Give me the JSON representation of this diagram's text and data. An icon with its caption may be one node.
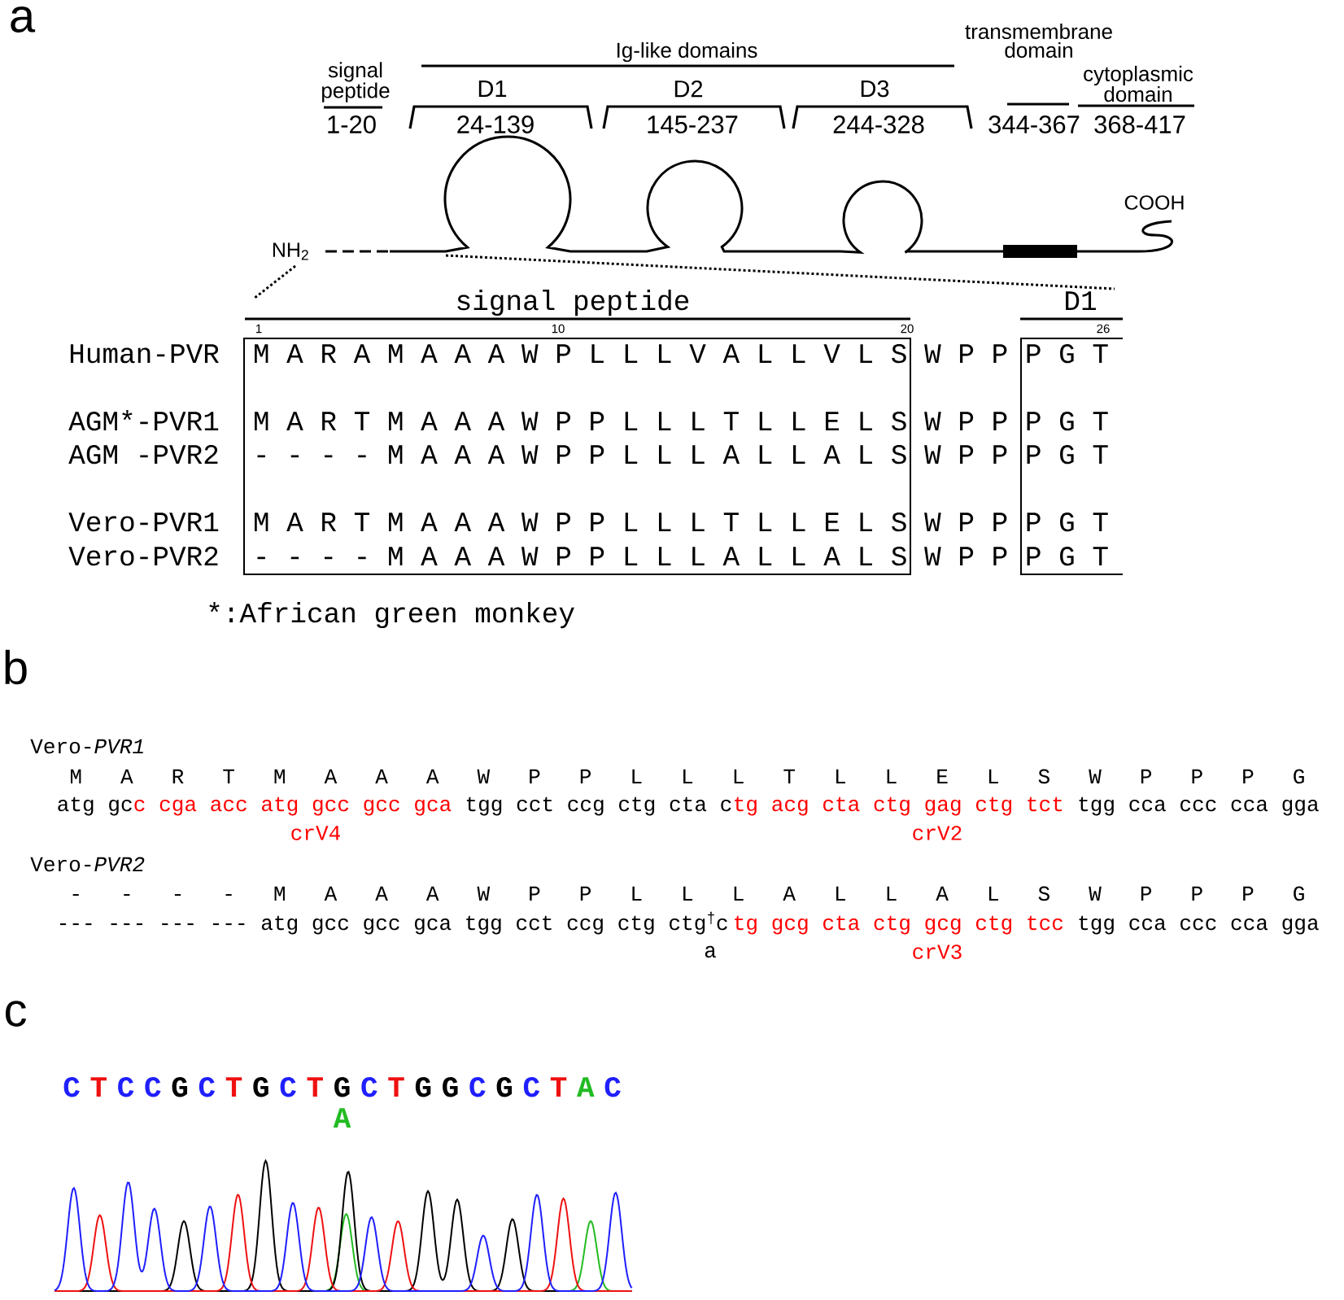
{
  "diagram": {
    "labels": [
      "a",
      "signal peptide",
      "1-20",
      "Ig-like domains",
      "D1",
      "24-139",
      "D2",
      "145-237",
      "D3",
      "244-328",
      "transmembrane domain",
      "344-367",
      "cytoplasmic domain",
      "368-417",
      "NH$_{2}$",
      "COOH",
      "signal peptide",
      "D1",
      "1",
      "10",
      "20",
      "26",
      "Human-PVR",
      "M A R A M A A A W P L L L V A L L V L S",
      "W P P",
      "P G T",
      "AGM*-PVR1",
      "M A R T M A A A W P P L L L T L L E L S",
      "W P P",
      "P G T",
      "AGM -PVR2",
      "- - - - M A A A W P P L L L A L L A L S",
      "W P P",
      "P G T",
      "Vero-PVR1",
      "M A R T M A A A W P P L L L T L L E L S",
      "W P P",
      "P G T",
      "Vero-PVR2",
      "- - - - M A A A W P P L L L A L L A L S",
      "W P P",
      "P G T",
      "*:African green monkey",
      "b",
      "Vero-*PVR1*",
      "M A R T M A A A W P P L L L T L L E L S W P P P G",
      "atg gc",
      "c cga acc atg gcc gcc gca",
      "tgg cct ccg ctg cta c",
      "tg acg cta ctg gag ctg tct",
      "tgg cca ccc cca gga",
      "crV4",
      "crV2",
      "Vero-*PVR2*",
      "- - - - M A A A W P P L L L A L L A L S W P P P G",
      "--- --- --- --- atg gcc gcc gca tgg cct ccg ctg ctg$^{†}$c",
      "tg gcg cta ctg gcg ctg tcc",
      "tgg cca ccc cca gga",
      "a",
      "crV3",
      "c",
      "C",
      "T",
      "C",
      "C",
      "G",
      "C",
      "T",
      "G",
      "C",
      "T",
      "G",
      "C",
      "T",
      "G",
      "G",
      "C",
      "G",
      "C",
      "T",
      "A",
      "C",
      "A"
    ]
  }
}
